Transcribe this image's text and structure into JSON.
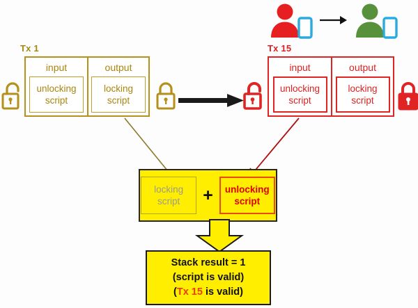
{
  "diagram": {
    "title": "Bitcoin script validation: locking script + unlocking script",
    "background": "#ffffff",
    "colors": {
      "olive": "#a8860d",
      "olive_border": "#b5901a",
      "red": "#e02020",
      "red_border": "#e02424",
      "yellow_fill": "#ffee00",
      "black": "#111111",
      "gray_text": "#9b9b8a",
      "orange_accent": "#e8400a",
      "person_red": "#e62020",
      "person_green": "#57913c",
      "phone_blue": "#29abe2"
    }
  },
  "actors": {
    "from": {
      "icon": "person-icon",
      "color": "#e62020",
      "device_icon": "smartphone-icon",
      "device_color": "#29abe2"
    },
    "arrow": {
      "icon": "arrow-right-icon",
      "color": "#111111"
    },
    "to": {
      "icon": "person-icon",
      "color": "#57913c",
      "device_icon": "smartphone-icon",
      "device_color": "#29abe2"
    }
  },
  "tx_left": {
    "label": "Tx 1",
    "input": {
      "title": "input",
      "script": "unlocking script",
      "script_line1": "unlocking",
      "script_line2": "script"
    },
    "output": {
      "title": "output",
      "script": "locking script",
      "script_line1": "locking",
      "script_line2": "script"
    },
    "lock_left": {
      "icon": "padlock-open-icon",
      "state": "open",
      "color": "#b5901a"
    },
    "lock_right": {
      "icon": "padlock-closed-icon",
      "state": "closed",
      "color": "#b5901a"
    }
  },
  "tx_right": {
    "label": "Tx 15",
    "input": {
      "title": "input",
      "script": "unlocking script",
      "script_line1": "unlocking",
      "script_line2": "script"
    },
    "output": {
      "title": "output",
      "script": "locking script",
      "script_line1": "locking",
      "script_line2": "script"
    },
    "lock_left": {
      "icon": "padlock-open-icon",
      "state": "open",
      "color": "#e02424"
    },
    "lock_right": {
      "icon": "padlock-closed-icon",
      "state": "closed",
      "color": "#e02424"
    }
  },
  "flow_arrow": {
    "icon": "arrow-right-icon",
    "color": "#1a1a1a",
    "from": "Tx 1",
    "to": "Tx 15"
  },
  "connector_left": {
    "icon": "arrow-diagonal-icon",
    "color": "#8a7a2a",
    "from": "tx1-output-locking-script",
    "to": "combination-locking-script"
  },
  "connector_right": {
    "icon": "arrow-diagonal-icon",
    "color": "#b01010",
    "from": "tx15-input-unlocking-script",
    "to": "combination-unlocking-script"
  },
  "combination": {
    "locking": {
      "line1": "locking",
      "line2": "script"
    },
    "operator": "+",
    "unlocking": {
      "line1": "unlocking",
      "line2": "script"
    }
  },
  "down_arrow": {
    "icon": "arrow-down-block-icon",
    "fill": "#ffee00",
    "stroke": "#1a1a1a"
  },
  "result": {
    "line1": "Stack result = 1",
    "line2": "(script is valid)",
    "line3_prefix": "(",
    "line3_tx": "Tx 15",
    "line3_suffix": " is valid)"
  }
}
